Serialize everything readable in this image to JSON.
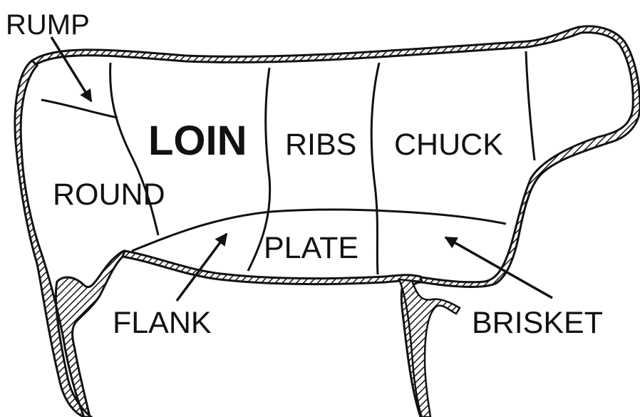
{
  "cuts": {
    "rump": "RUMP",
    "loin": "LOIN",
    "ribs": "RIBS",
    "chuck": "CHUCK",
    "round": "ROUND",
    "plate": "PLATE",
    "flank": "FLANK",
    "brisket": "BRISKET"
  },
  "colors": {
    "ink": "#111111",
    "background": "#ffffff"
  }
}
